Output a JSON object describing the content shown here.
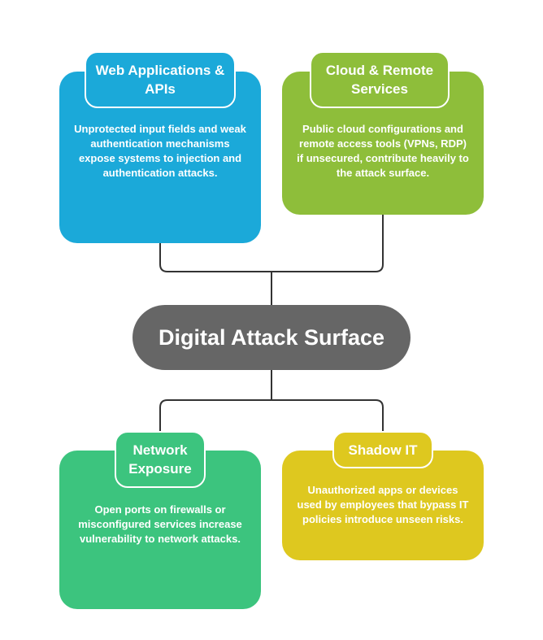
{
  "center": {
    "label": "Digital Attack Surface",
    "color": "#666666"
  },
  "nodes": [
    {
      "id": "web",
      "title": "Web Applications & APIs",
      "description": "Unprotected input fields and weak authentication mechanisms expose systems to injection and authentication attacks.",
      "color": "#1BA9D9"
    },
    {
      "id": "cloud",
      "title": "Cloud & Remote Services",
      "description": "Public cloud configurations and remote access tools (VPNs, RDP) if unsecured, contribute heavily to the attack surface.",
      "color": "#8EBE3A"
    },
    {
      "id": "network",
      "title": "Network Exposure",
      "description": "Open ports on firewalls or misconfigured services increase vulnerability to network attacks.",
      "color": "#3CC47E"
    },
    {
      "id": "shadow",
      "title": "Shadow IT",
      "description": "Unauthorized apps or devices used by employees that bypass IT policies introduce unseen risks.",
      "color": "#DEC81F"
    }
  ],
  "connector_color": "#333333"
}
